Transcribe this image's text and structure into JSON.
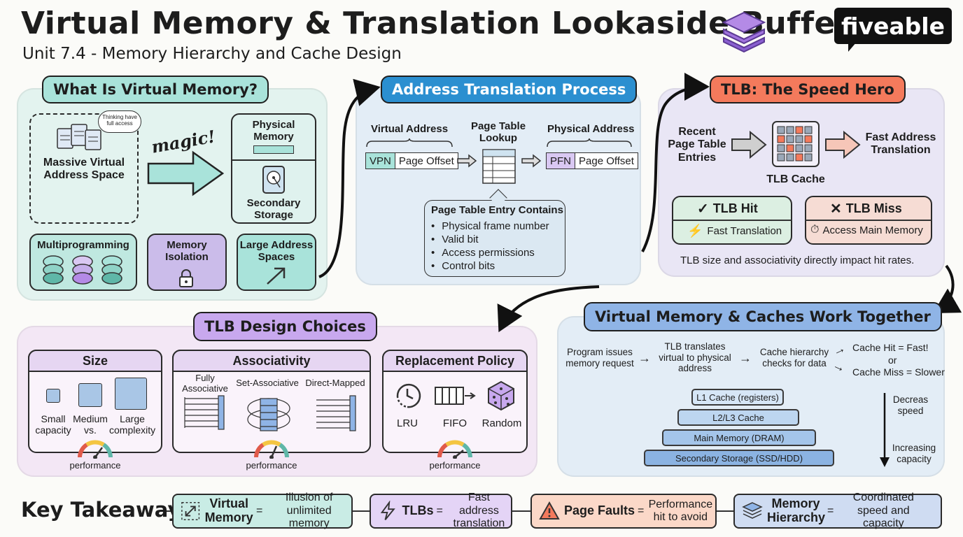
{
  "header": {
    "title": "Virtual Memory & Translation Lookaside Buffers",
    "subtitle": "Unit 7.4 - Memory Hierarchy and Cache Design",
    "logo": "fiveable"
  },
  "colors": {
    "teal_panel": "#e3f3ef",
    "blue_panel": "#e3edf6",
    "lavender_panel": "#e9e6f5",
    "pink_panel": "#f3e7f5",
    "teal_accent": "#7fd6c8",
    "blue_accent": "#2b8fd0",
    "orange_accent": "#f47a5c",
    "purple_accent": "#b48ae6",
    "cornflower_accent": "#8fb4e6"
  },
  "virtual_memory": {
    "heading": "What Is Virtual Memory?",
    "thought_bubble": "Thinking have full access",
    "address_space_label": "Massive Virtual Address Space",
    "magic_label": "magic!",
    "physical_memory_label": "Physical Memory",
    "secondary_storage_label": "Secondary Storage",
    "benefits": [
      {
        "label": "Multiprogramming",
        "icon": "stacked-processes-icon"
      },
      {
        "label": "Memory Isolation",
        "icon": "lock-icon"
      },
      {
        "label": "Large Address Spaces",
        "icon": "expand-arrow-icon"
      }
    ]
  },
  "translation": {
    "heading": "Address Translation Process",
    "virtual_address_label": "Virtual Address",
    "vpn": "VPN",
    "page_offset": "Page Offset",
    "lookup_label": "Page Table Lookup",
    "physical_address_label": "Physical Address",
    "pfn": "PFN",
    "pte_heading": "Page Table Entry Contains",
    "pte_items": [
      "Physical frame number",
      "Valid bit",
      "Access permissions",
      "Control bits"
    ]
  },
  "tlb": {
    "heading": "TLB: The Speed Hero",
    "recent_label": "Recent Page Table Entries",
    "cache_label": "TLB Cache",
    "fast_label": "Fast Address Translation",
    "hit_title": "TLB Hit",
    "hit_desc": "Fast Translation",
    "miss_title": "TLB Miss",
    "miss_desc": "Access Main Memory",
    "note": "TLB size and associativity directly impact hit rates."
  },
  "design": {
    "heading": "TLB Design Choices",
    "size": {
      "title": "Size",
      "options": [
        "Small capacity",
        "Medium vs.",
        "Large complexity"
      ],
      "gauge_label": "performance"
    },
    "associativity": {
      "title": "Associativity",
      "options": [
        "Fully Associative",
        "Set-Associative",
        "Direct-Mapped"
      ],
      "gauge_label": "performance"
    },
    "replacement": {
      "title": "Replacement Policy",
      "options": [
        "LRU",
        "FIFO",
        "Random"
      ],
      "gauge_label": "performance"
    }
  },
  "together": {
    "heading": "Virtual Memory & Caches Work Together",
    "flow": [
      "Program issues memory request",
      "TLB translates virtual to physical address",
      "Cache hierarchy checks for data"
    ],
    "hit": "Cache Hit = Fast!",
    "or": "or",
    "miss": "Cache Miss = Slower",
    "levels": [
      "L1 Cache (registers)",
      "L2/L3 Cache",
      "Main Memory (DRAM)",
      "Secondary Storage (SSD/HDD)"
    ],
    "speed_label": "Decreas speed",
    "capacity_label": "Increasing capacity"
  },
  "takeaways": {
    "heading": "Key Takeaways",
    "items": [
      {
        "term": "Virtual Memory",
        "eq": "=",
        "def": "Illusion of unlimited memory",
        "icon": "expand-corners-icon"
      },
      {
        "term": "TLBs",
        "eq": "=",
        "def": "Fast address translation",
        "icon": "lightning-icon"
      },
      {
        "term": "Page Faults",
        "eq": "=",
        "def": "Performance hit to avoid",
        "icon": "warning-icon"
      },
      {
        "term": "Memory Hierarchy",
        "eq": "=",
        "def": "Coordinated speed and capacity",
        "icon": "layers-icon"
      }
    ]
  }
}
